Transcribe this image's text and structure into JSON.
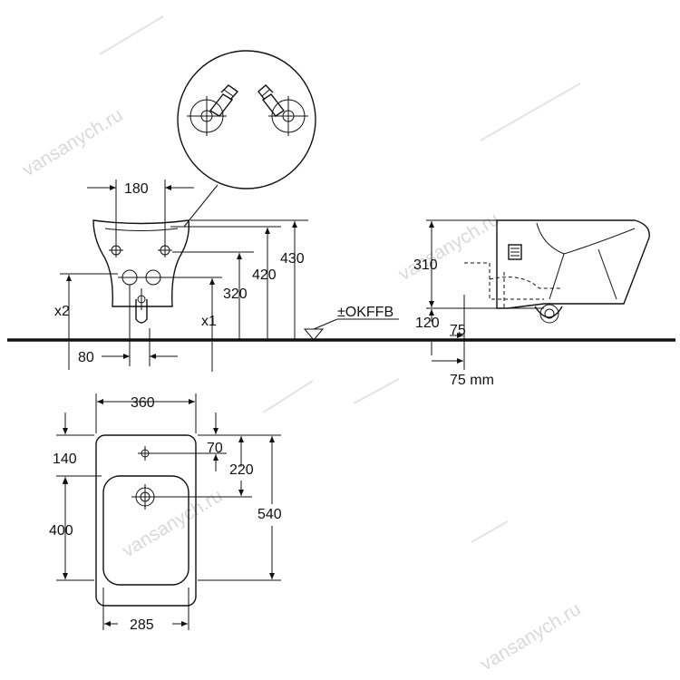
{
  "watermark": "vansanych.ru",
  "side_view": {
    "dims": {
      "width_180": "180",
      "h_430": "430",
      "h_420": "420",
      "h_320": "320",
      "x2": "x2",
      "x1": "x1",
      "w_80": "80"
    }
  },
  "floor_label": "±OKFFB",
  "profile_view": {
    "dims": {
      "h_310": "310",
      "h_120": "120",
      "d_75": "75",
      "unit_75mm": "75 mm"
    }
  },
  "plan_view": {
    "dims": {
      "w_360": "360",
      "d_140": "140",
      "d_70": "70",
      "d_220": "220",
      "d_400": "400",
      "d_540": "540",
      "w_285": "285"
    }
  }
}
